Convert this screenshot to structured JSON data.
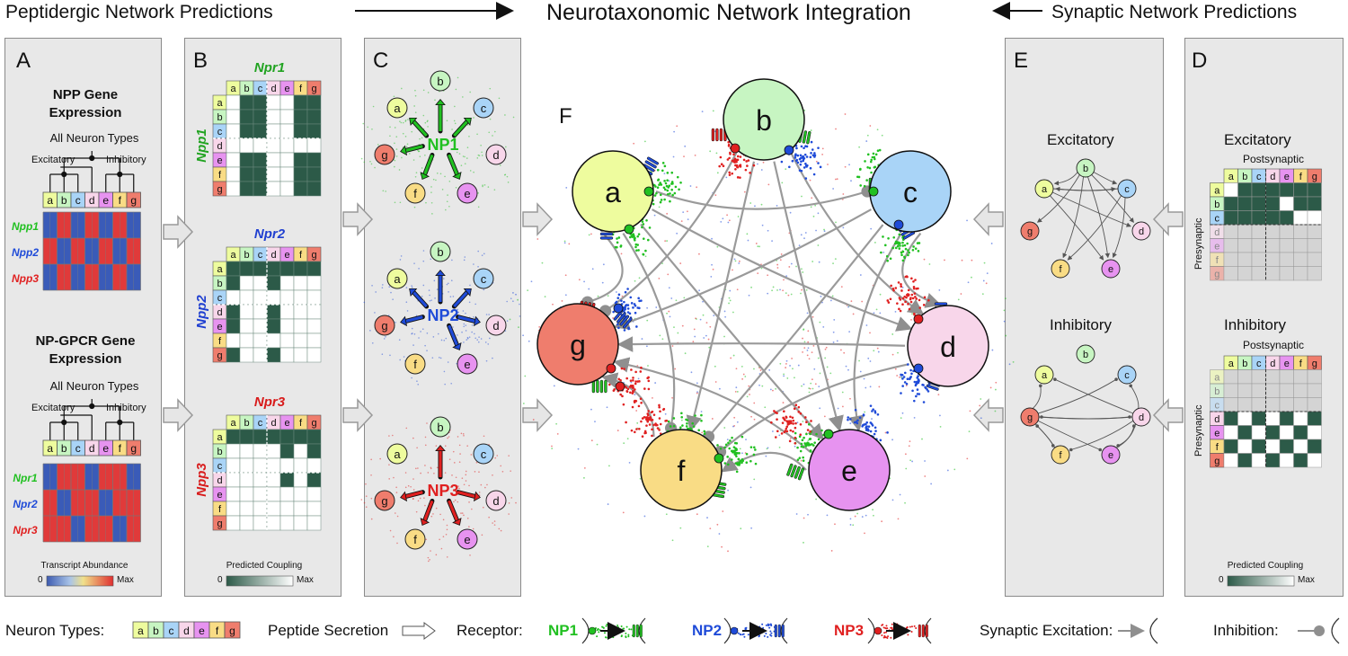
{
  "header": {
    "left": "Peptidergic Network Predictions",
    "center": "Neurotaxonomic Network Integration",
    "right": "Synaptic Network Predictions"
  },
  "colors": {
    "a": "#eefc9e",
    "b": "#c7f5c2",
    "c": "#a9d4f7",
    "d": "#f8d6ea",
    "e": "#e793f0",
    "f": "#f9dc85",
    "g": "#ef7d6d",
    "np1": "#21c021",
    "np2": "#1f4bd8",
    "np3": "#e02020",
    "coupling": "#2c5a48",
    "panel": "#e8e8e8"
  },
  "neuron_types": [
    "a",
    "b",
    "c",
    "d",
    "e",
    "f",
    "g"
  ],
  "panel_a": {
    "label": "A",
    "title1": "NPP Gene\nExpression",
    "tree_title": "All Neuron Types",
    "excitatory": "Excitatory",
    "inhibitory": "Inhibitory",
    "npp_rows": [
      "Npp1",
      "Npp2",
      "Npp3"
    ],
    "title2": "NP-GPCR Gene\nExpression",
    "npr_rows": [
      "Npr1",
      "Npr2",
      "Npr3"
    ],
    "scale_title": "Transcript Abundance",
    "scale_min": "0",
    "scale_max": "Max"
  },
  "panel_b": {
    "label": "B",
    "matrices": [
      {
        "title": "Npr1",
        "side": "Npp1",
        "color": "#21a321"
      },
      {
        "title": "Npr2",
        "side": "Npp2",
        "color": "#1f3fd0"
      },
      {
        "title": "Npr3",
        "side": "Npp3",
        "color": "#d81b1b"
      }
    ],
    "scale_title": "Predicted Coupling",
    "scale_min": "0",
    "scale_max": "Max"
  },
  "panel_c": {
    "label": "C",
    "nets": [
      "NP1",
      "NP2",
      "NP3"
    ]
  },
  "panel_f": {
    "label": "F"
  },
  "panel_e": {
    "label": "E",
    "excitatory": "Excitatory",
    "inhibitory": "Inhibitory"
  },
  "panel_d": {
    "label": "D",
    "excitatory": "Excitatory",
    "inhibitory": "Inhibitory",
    "postsynaptic": "Postsynaptic",
    "presynaptic": "Presynaptic",
    "scale_title": "Predicted Coupling",
    "scale_min": "0",
    "scale_max": "Max"
  },
  "footer": {
    "neuron_types": "Neuron Types:",
    "peptide_secretion": "Peptide Secretion",
    "receptor": "Receptor:",
    "np1": "NP1",
    "np2": "NP2",
    "np3": "NP3",
    "synaptic_excitation": "Synaptic Excitation:",
    "inhibition": "Inhibition:"
  }
}
